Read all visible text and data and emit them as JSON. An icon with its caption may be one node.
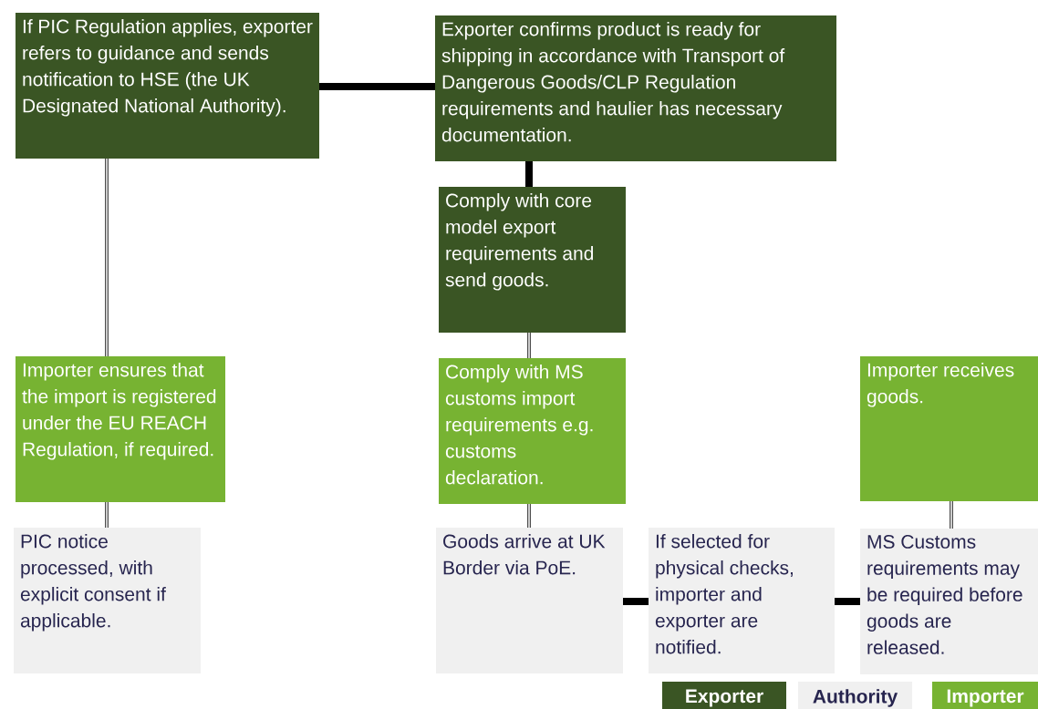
{
  "diagram": {
    "nodes": [
      {
        "text": [
          "If PIC Regulation applies, exporter refers to guidance and sends notification to HSE (the UK Designated National Authority)."
        ]
      },
      {
        "text": [
          "Exporter confirms product is ready for shipping in accordance with Transport of Dangerous Goods/CLP Regulation requirements and haulier has necessary documentation."
        ]
      },
      {
        "text": [
          "Comply with core model export requirements and send goods."
        ]
      },
      {
        "text": [
          "Importer ensures that the import is registered under the EU REACH Regulation, if required."
        ]
      },
      {
        "text": [
          "Comply with MS customs import requirements e.g. customs declaration."
        ]
      },
      {
        "text": [
          "Importer receives goods."
        ]
      },
      {
        "text": [
          "PIC notice processed, with explicit consent if applicable."
        ]
      },
      {
        "text": [
          "Goods arrive at UK Border via PoE."
        ]
      },
      {
        "text": [
          "If selected for physical checks, importer and exporter are notified."
        ]
      },
      {
        "text": [
          "MS Customs requirements may be required before goods are released."
        ]
      }
    ],
    "edges": [
      {
        "from": 0,
        "to": 1,
        "arrow": "none",
        "style": "thick"
      },
      {
        "from": 1,
        "to": 2,
        "arrow": "none",
        "style": "thick"
      },
      {
        "from": 0,
        "to": 3,
        "arrow": "none"
      },
      {
        "from": 2,
        "to": 4,
        "arrow": "none"
      },
      {
        "from": 3,
        "to": 6,
        "arrow": "none"
      },
      {
        "from": 4,
        "to": 7,
        "arrow": "none"
      },
      {
        "from": 5,
        "to": 9,
        "arrow": "none"
      },
      {
        "from": 7,
        "to": 8,
        "arrow": "none",
        "style": "thick"
      },
      {
        "from": 8,
        "to": 9,
        "arrow": "none",
        "style": "thick"
      }
    ],
    "legend": [
      {
        "text": "Exporter",
        "color": "#3a5524"
      },
      {
        "text": "Authority",
        "color": "#f0f0f0"
      },
      {
        "text": "Importer",
        "color": "#77b332"
      }
    ]
  }
}
